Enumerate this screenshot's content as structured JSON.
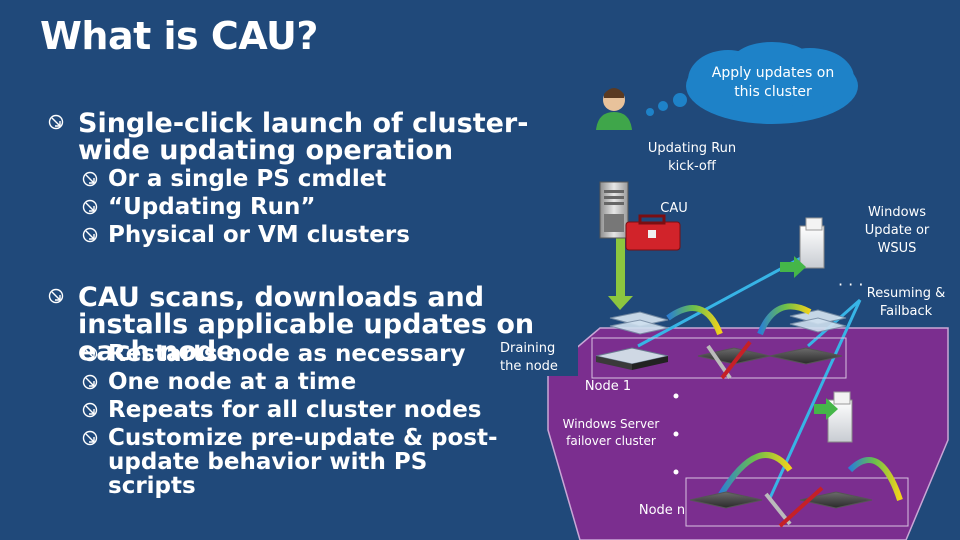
{
  "title": "What is CAU?",
  "bullets": [
    {
      "text": "Single-click launch of cluster-wide updating operation",
      "subitems": [
        "Or a single PS cmdlet",
        "“Updating Run”",
        "Physical or VM clusters"
      ]
    },
    {
      "text": "CAU scans, downloads and installs applicable updates on each node",
      "subitems": [
        "Restarts node as necessary",
        "One node at a time",
        "Repeats for all cluster nodes",
        "Customize pre-update & post-update behavior with PS scripts"
      ]
    }
  ],
  "diagram": {
    "cloud_text": "Apply updates on this cluster",
    "updating_run": "Updating Run kick-off",
    "cau": "CAU",
    "wsus": "Windows Update or WSUS",
    "resuming": "Resuming & Failback",
    "draining": "Draining the node",
    "node1": "Node 1",
    "cluster": "Windows Server failover cluster",
    "noden": "Node n",
    "dots": "…"
  },
  "colors": {
    "background": "#20497a",
    "cluster_fill": "#7b2e8f",
    "cloud": "#1e82c8",
    "green_arrow": "#8cc63f"
  }
}
